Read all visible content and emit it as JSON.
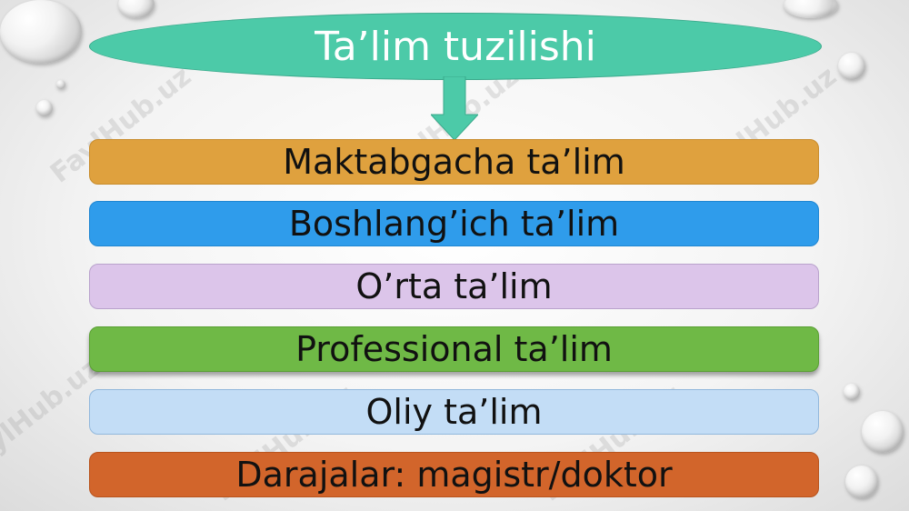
{
  "title": "Ta’lim tuzilishi",
  "levels": [
    {
      "label": "Maktabgacha ta’lim",
      "color": "#dfa13e"
    },
    {
      "label": "Boshlang’ich ta’lim",
      "color": "#2f9ceb"
    },
    {
      "label": "O’rta ta’lim",
      "color": "#dcc5ea"
    },
    {
      "label": "Professional ta’lim",
      "color": "#6fb946"
    },
    {
      "label": "Oliy ta’lim",
      "color": "#c3ddf6"
    },
    {
      "label": "Darajalar: magistr/doktor",
      "color": "#d2652b"
    }
  ],
  "watermark": "FaylHub.uz",
  "colors": {
    "title_fill": "#4ccaa8",
    "arrow": "#4ccaa8"
  }
}
